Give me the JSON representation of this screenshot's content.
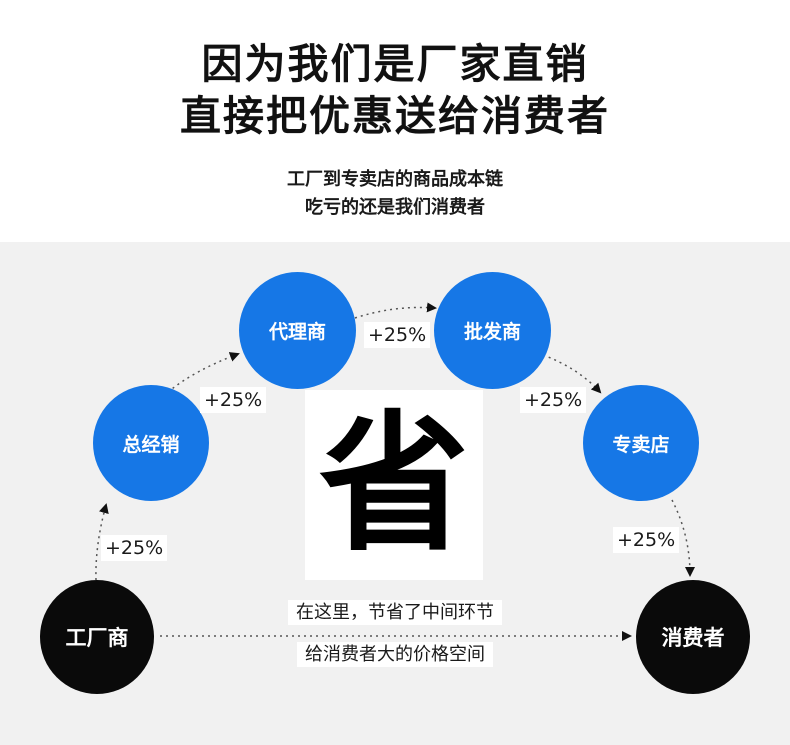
{
  "headline": {
    "line1": "因为我们是厂家直销",
    "line2": "直接把优惠送给消费者"
  },
  "subheadline": {
    "line1": "工厂到专卖店的商品成本链",
    "line2": "吃亏的还是我们消费者"
  },
  "nodes": {
    "factory": "工厂商",
    "general_distributor": "总经销",
    "agent": "代理商",
    "wholesaler": "批发商",
    "store": "专卖店",
    "consumer": "消费者"
  },
  "markups": {
    "factory_to_general": "+25%",
    "general_to_agent": "+25%",
    "agent_to_wholesaler": "+25%",
    "wholesaler_to_store": "+25%",
    "store_to_consumer": "+25%"
  },
  "center_character": "省",
  "note": {
    "line1": "在这里，节省了中间环节",
    "line2": "给消费者大的价格空间"
  },
  "colors": {
    "blue_node": "#1677e6",
    "black_node": "#0a0a0a",
    "bottom_background": "#f1f1f1"
  }
}
